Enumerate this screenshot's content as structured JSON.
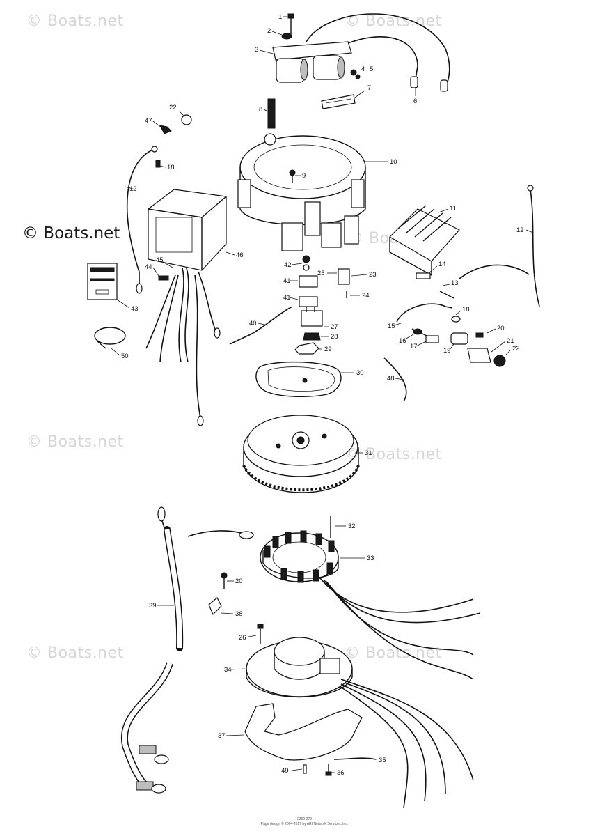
{
  "watermarks": [
    "© Boats.net",
    "© Boats.net",
    "© Boats.net",
    "© Boats.net",
    "© Boats.net",
    "© Boats.net",
    "© Boats.net"
  ],
  "primary_watermark": "© Boats.net",
  "part_numbers": [
    "1",
    "2",
    "3",
    "4",
    "5",
    "6",
    "7",
    "8",
    "9",
    "10",
    "11",
    "12",
    "12",
    "13",
    "14",
    "15",
    "16",
    "17",
    "18",
    "18",
    "19",
    "20",
    "20",
    "21",
    "22",
    "22",
    "23",
    "24",
    "25",
    "26",
    "27",
    "28",
    "29",
    "30",
    "31",
    "32",
    "33",
    "34",
    "35",
    "36",
    "37",
    "38",
    "39",
    "40",
    "41",
    "41",
    "42",
    "43",
    "44",
    "45",
    "46",
    "47",
    "48",
    "49",
    "50"
  ],
  "footer": {
    "line1": "2360 270",
    "line2": "Page design © 2004-2017 by ARI Network Services, Inc."
  }
}
